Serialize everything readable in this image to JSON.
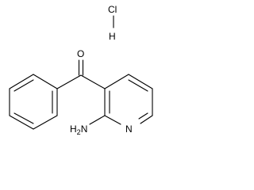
{
  "molecule": {
    "atoms": {
      "oxygen": "O",
      "amine": "H2N",
      "ring_nitrogen": "N",
      "chlorine": "Cl",
      "hydrogen": "H"
    }
  },
  "colors": {
    "bond": "#000000",
    "text": "#000000",
    "background": "#ffffff"
  }
}
